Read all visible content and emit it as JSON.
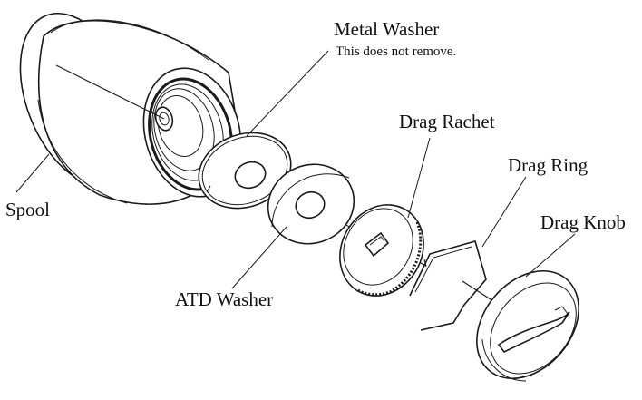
{
  "labels": {
    "spool": "Spool",
    "metal_washer": "Metal Washer",
    "metal_washer_note": "This does not remove.",
    "drag_rachet": "Drag Rachet",
    "drag_ring": "Drag Ring",
    "drag_knob": "Drag Knob",
    "atd_washer": "ATD Washer"
  }
}
